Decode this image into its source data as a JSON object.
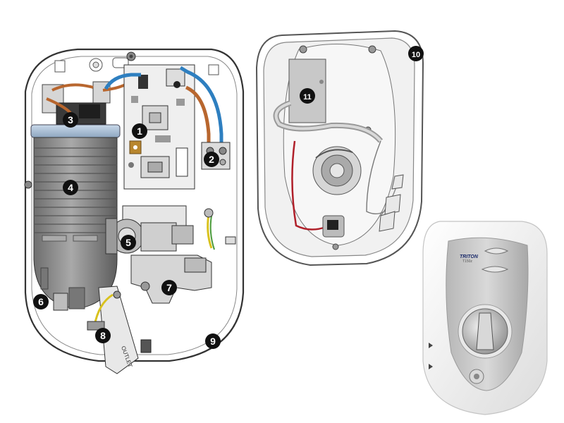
{
  "diagram": {
    "callouts": [
      "1",
      "2",
      "3",
      "4",
      "5",
      "6",
      "7",
      "8",
      "9",
      "10",
      "11"
    ],
    "outlet_label": "OUTLET",
    "product": {
      "brand": "TRITON",
      "model": "T150z"
    },
    "colors": {
      "callout_fill": "#111111",
      "pipe_blue": "#2e7fc0",
      "pipe_brown": "#b8662e",
      "can_grey": "#8a8a8a",
      "earth_yellow": "#d9c21e",
      "cable_red": "#b0202a",
      "shower_silver": "#c8c8c8"
    }
  }
}
